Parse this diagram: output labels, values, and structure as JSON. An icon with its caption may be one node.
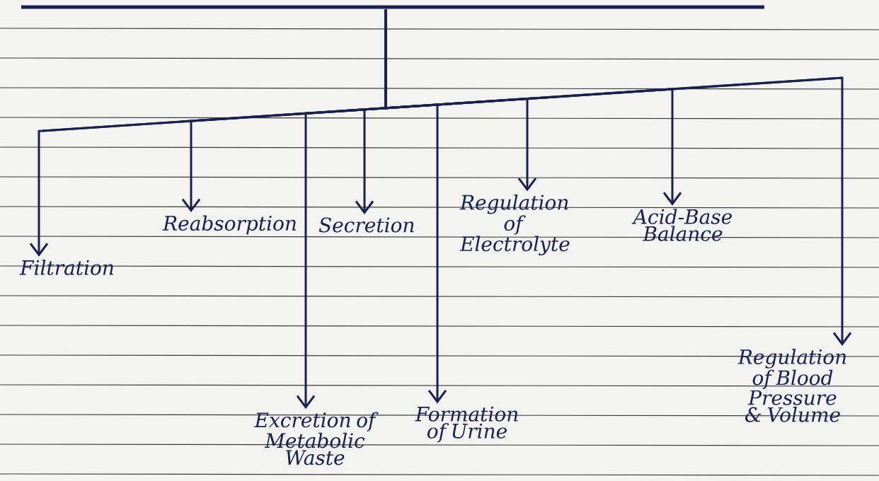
{
  "diagram": {
    "nodes": [
      {
        "text": [],
        "shape": "bar"
      },
      {
        "text": [
          "Filtration"
        ]
      },
      {
        "text": [
          "Reabsorption"
        ]
      },
      {
        "text": [
          "Secretion"
        ]
      },
      {
        "text": [
          "Regulation of Electrolyte"
        ]
      },
      {
        "text": [
          "Acid-Base Balance"
        ]
      },
      {
        "text": [
          "Regulation of Blood Pressure & Volume"
        ]
      },
      {
        "text": [
          "Excretion of Metabolic Waste"
        ]
      },
      {
        "text": [
          "Formation of Urine"
        ]
      }
    ],
    "edges": [
      {
        "from": 0,
        "to": 1,
        "arrow": "to"
      },
      {
        "from": 0,
        "to": 2,
        "arrow": "to"
      },
      {
        "from": 0,
        "to": 3,
        "arrow": "to"
      },
      {
        "from": 0,
        "to": 4,
        "arrow": "to"
      },
      {
        "from": 0,
        "to": 5,
        "arrow": "to"
      },
      {
        "from": 0,
        "to": 6,
        "arrow": "to"
      },
      {
        "from": 0,
        "to": 7,
        "arrow": "to"
      },
      {
        "from": 0,
        "to": 8,
        "arrow": "to"
      }
    ]
  }
}
